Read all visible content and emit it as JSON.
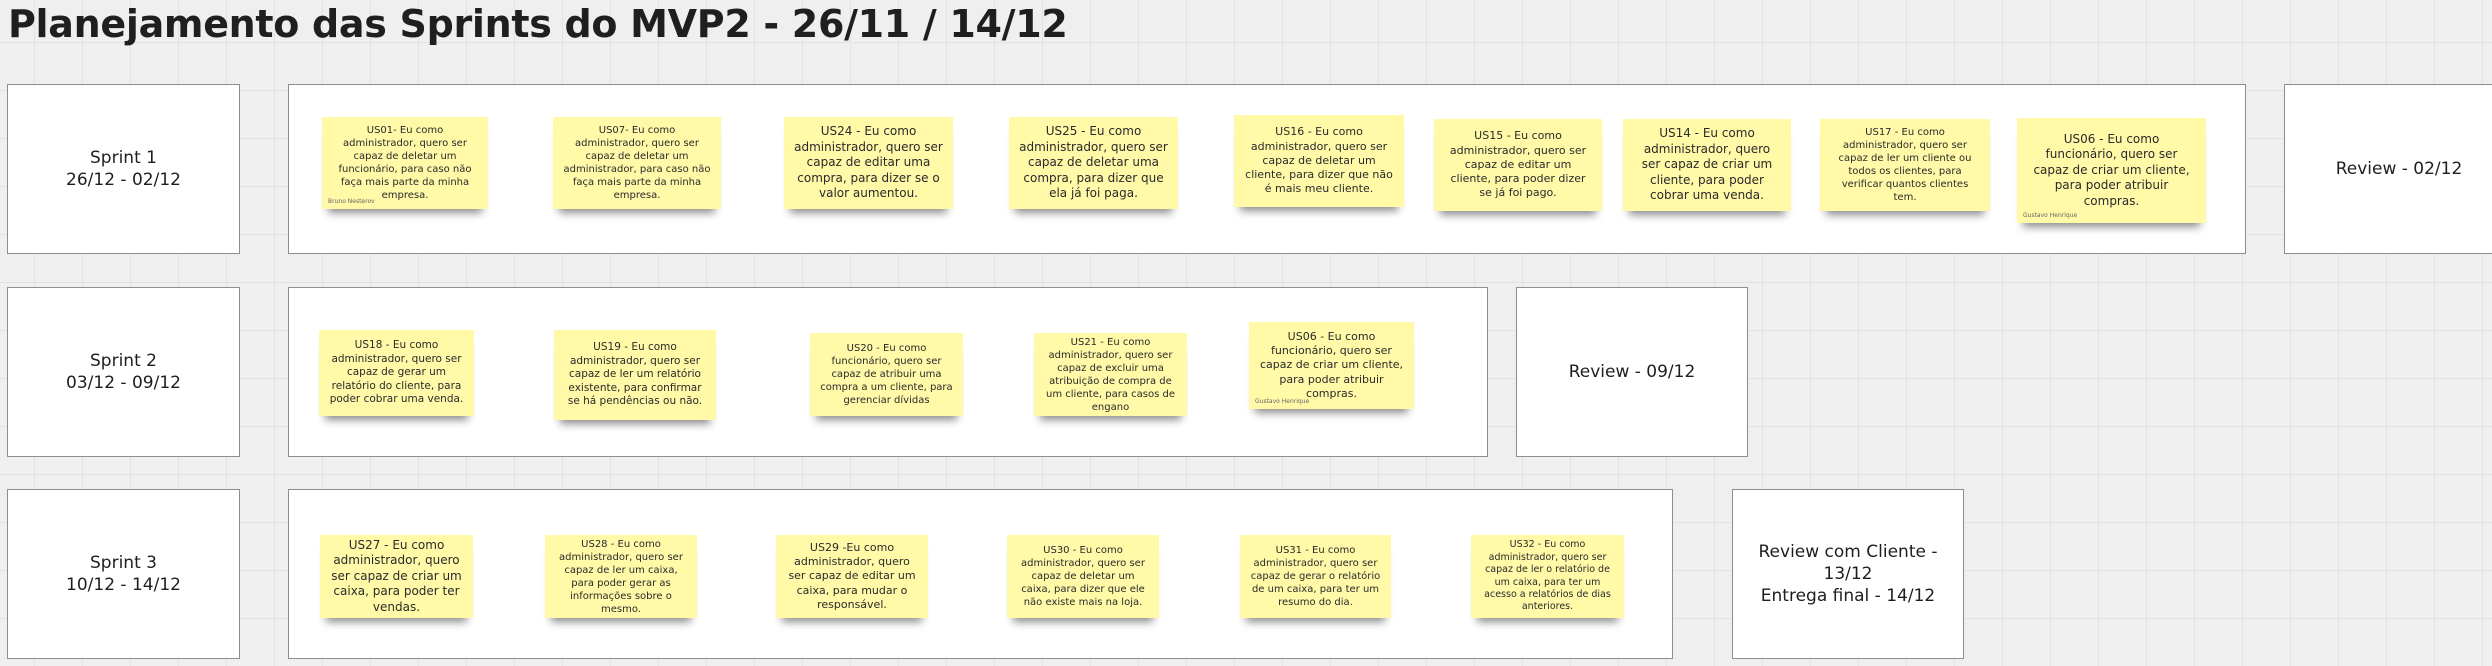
{
  "board": {
    "title": "Planejamento das Sprints do MVP2 - 26/11 / 14/12",
    "sticky_color": "#fff9a8",
    "background": "#efefef"
  },
  "sprints": [
    {
      "name": "Sprint 1",
      "dates": "26/12 - 02/12",
      "review": [
        "Review - 02/12"
      ],
      "stories": [
        {
          "text": "US01- Eu como administrador, quero ser capaz de deletar um funcionário, para caso não faça mais parte da minha empresa.",
          "author": "Bruno Nesterov"
        },
        {
          "text": "US07- Eu como administrador, quero ser capaz de deletar um administrador, para caso não faça mais parte da minha empresa."
        },
        {
          "text": "US24 - Eu como administrador, quero ser capaz de editar uma compra, para dizer se o valor aumentou."
        },
        {
          "text": "US25 - Eu como administrador, quero ser capaz de deletar uma compra, para dizer que ela já foi paga."
        },
        {
          "text": "US16 - Eu como administrador, quero ser capaz de deletar um cliente, para dizer que não é mais meu cliente."
        },
        {
          "text": "US15 - Eu como administrador, quero ser capaz de editar um cliente, para poder dizer se já foi pago."
        },
        {
          "text": "US14 - Eu como administrador, quero ser capaz de criar um cliente, para poder cobrar uma venda."
        },
        {
          "text": "US17 - Eu como administrador, quero ser capaz de ler um cliente ou todos os clientes, para verificar quantos clientes tem."
        },
        {
          "text": "US06 - Eu como funcionário, quero ser capaz de criar um cliente, para poder atribuir compras.",
          "author": "Gustavo Henrique"
        }
      ]
    },
    {
      "name": "Sprint 2",
      "dates": "03/12 - 09/12",
      "review": [
        "Review - 09/12"
      ],
      "stories": [
        {
          "text": "US18 - Eu como administrador, quero ser capaz de gerar um relatório do cliente, para poder cobrar uma venda."
        },
        {
          "text": "US19 - Eu como administrador, quero ser capaz de ler um relatório existente, para confirmar se há pendências ou não."
        },
        {
          "text": "US20 - Eu como funcionário, quero ser capaz de atribuir uma compra a um cliente, para gerenciar dívidas"
        },
        {
          "text": "US21 - Eu como administrador, quero ser capaz de excluir uma atribuição de compra de um cliente, para casos de engano"
        },
        {
          "text": "US06 - Eu como funcionário, quero ser capaz de criar um cliente, para poder atribuir compras.",
          "author": "Gustavo Henrique"
        }
      ]
    },
    {
      "name": "Sprint 3",
      "dates": "10/12 - 14/12",
      "review": [
        "Review com Cliente - 13/12",
        "Entrega final - 14/12"
      ],
      "stories": [
        {
          "text": "US27 - Eu como administrador, quero ser capaz de criar um caixa, para poder ter vendas."
        },
        {
          "text": "US28 - Eu como administrador, quero ser capaz de ler um caixa, para poder gerar as informações sobre o mesmo."
        },
        {
          "text": "US29 -Eu como administrador, quero ser capaz de editar um caixa, para mudar o responsável."
        },
        {
          "text": "US30 - Eu como administrador, quero ser capaz de deletar um caixa, para dizer que ele não existe mais na loja."
        },
        {
          "text": "US31 - Eu como administrador, quero ser capaz de gerar o relatório de um caixa, para ter um resumo do dia."
        },
        {
          "text": "US32 - Eu como administrador, quero ser capaz de ler o relatório de um caixa, para ter um acesso a relatórios de dias anteriores."
        }
      ]
    }
  ]
}
